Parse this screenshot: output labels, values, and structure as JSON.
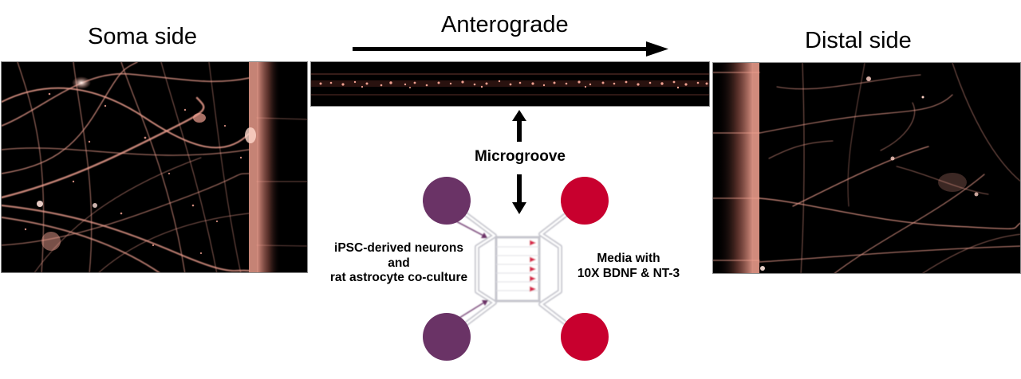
{
  "labels": {
    "soma_side": "Soma side",
    "anterograde": "Anterograde",
    "distal_side": "Distal side",
    "microgroove": "Microgroove",
    "left_chamber": {
      "line1": "iPSC-derived neurons",
      "line2": "and",
      "line3": "rat astrocyte co-culture"
    },
    "right_chamber": {
      "line1": "Media with",
      "line2": "10X BDNF & NT-3"
    }
  },
  "panels": {
    "soma": {
      "type": "fluorescence-micrograph",
      "region": "soma side"
    },
    "microgroove": {
      "type": "fluorescence-micrograph",
      "region": "microgroove"
    },
    "distal": {
      "type": "fluorescence-micrograph",
      "region": "distal side"
    }
  },
  "device": {
    "left_well_color": "#6a3366",
    "right_well_color": "#c8002e",
    "channel_outline_color": "#c8c8d0",
    "groove_arrow_count": 5,
    "groove_line_count": 7
  },
  "colors": {
    "fluorescence": "#f0a090",
    "panel_bg": "#000000",
    "arrow": "#000000"
  }
}
